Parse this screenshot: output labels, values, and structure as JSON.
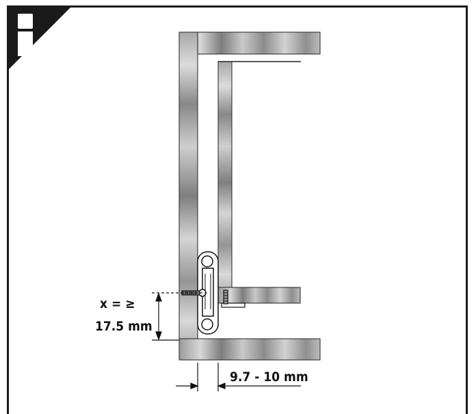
{
  "badge": {
    "glyph": "i",
    "icon": "info-icon"
  },
  "dimensions": {
    "x_label": "x = ≥",
    "min_height": "17.5 mm",
    "side_gap": "9.7 - 10 mm"
  },
  "colors": {
    "frame": "#1a1a1a",
    "badge_bg": "#1a1a1a",
    "steel_light": "#d6d6d6",
    "steel_dark": "#7a7a7a"
  }
}
